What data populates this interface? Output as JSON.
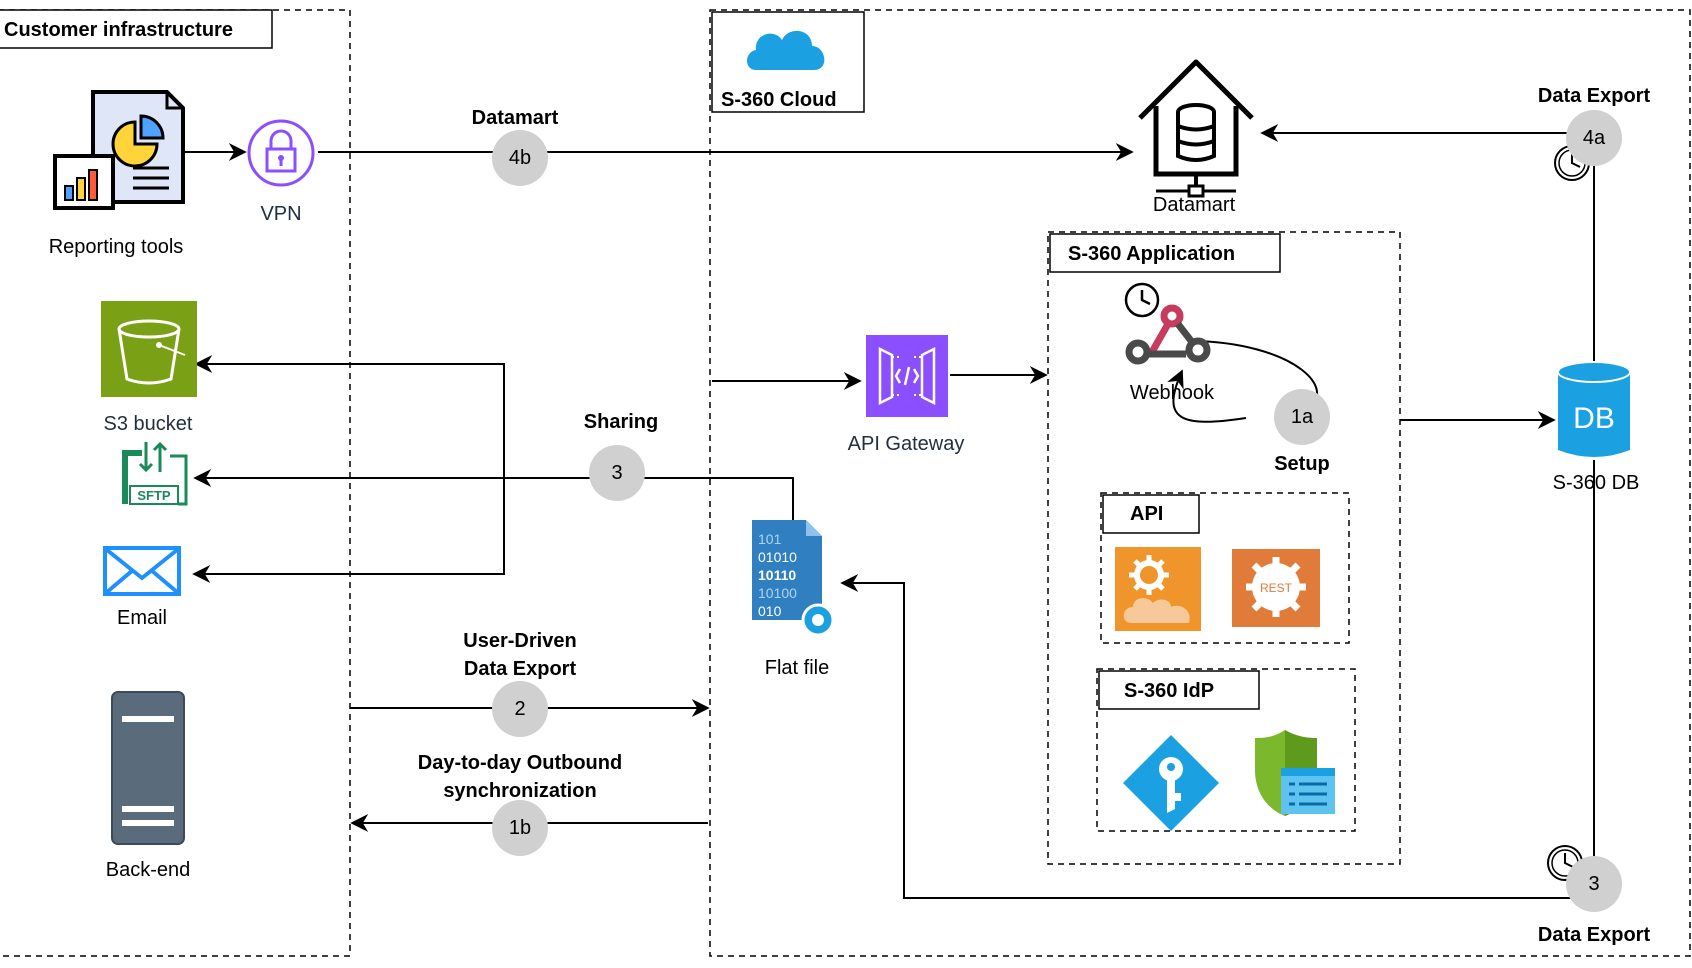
{
  "groups": {
    "customer": "Customer infrastructure",
    "cloud": "S-360 Cloud",
    "application": "S-360 Application",
    "api": "API",
    "idp": "S-360 IdP"
  },
  "nodes": {
    "reporting_tools": "Reporting tools",
    "vpn": "VPN",
    "s3_bucket": "S3 bucket",
    "email": "Email",
    "backend": "Back-end",
    "datamart": "Datamart",
    "api_gateway": "API Gateway",
    "flat_file": "Flat file",
    "webhook": "Webhook",
    "db": "S-360 DB",
    "db_glyph": "DB",
    "sftp_glyph": "SFTP",
    "rest_glyph": "REST"
  },
  "flows": {
    "datamart": "Datamart",
    "data_export_top": "Data Export",
    "sharing": "Sharing",
    "setup": "Setup",
    "user_driven_1": "User-Driven",
    "user_driven_2": "Data Export",
    "day_to_day_1": "Day-to-day Outbound",
    "day_to_day_2": "synchronization",
    "data_export_bottom": "Data Export"
  },
  "steps": {
    "s4b": "4b",
    "s4a": "4a",
    "s3_sharing": "3",
    "s1a": "1a",
    "s2": "2",
    "s1b": "1b",
    "s3_export": "3"
  },
  "colors": {
    "vpn": "#8c4fff",
    "s3": "#7aa116",
    "sftp": "#1b8a5a",
    "email": "#1e90ff",
    "backend": "#5a6b7b",
    "api_gateway": "#8c4fff",
    "db": "#1ba1e2",
    "cloud_icon": "#1ba1e2",
    "webhook_red": "#c73b5e",
    "api_orange": "#f0952b",
    "step_circle": "#d0d0d0"
  }
}
